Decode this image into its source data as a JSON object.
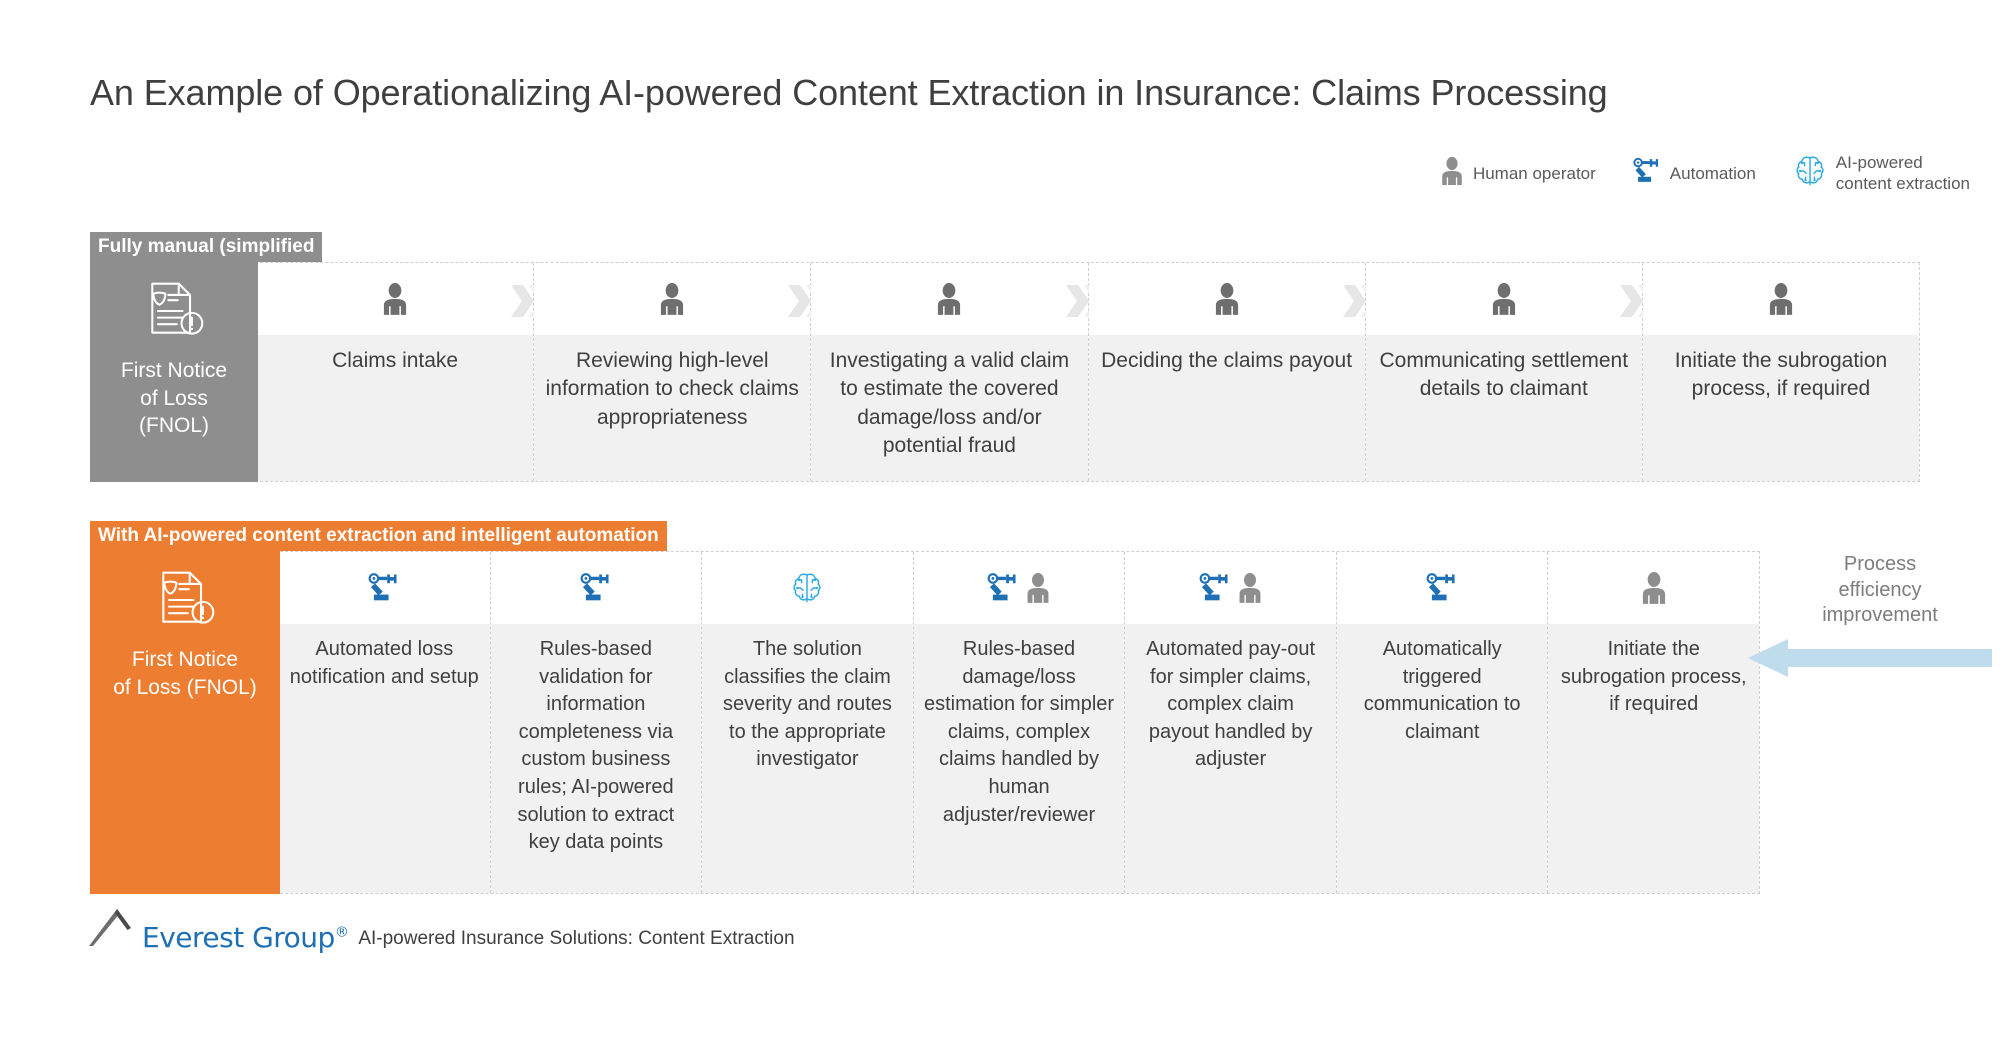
{
  "title": "An Example of Operationalizing AI-powered Content Extraction in Insurance: Claims Processing",
  "colors": {
    "orange": "#ED7D31",
    "gray": "#8E8E8E",
    "blue": "#1F6FB4",
    "ai_blue": "#2BAAE2",
    "cell_bg": "#F1F1F1",
    "text": "#3F3F3F",
    "arrow_blue": "#BFDCEC"
  },
  "legend": {
    "items": [
      {
        "icon": "human-operator-icon",
        "label": "Human operator"
      },
      {
        "icon": "automation-robot-icon",
        "label": "Automation"
      },
      {
        "icon": "ai-brain-icon",
        "label": "AI-powered\ncontent extraction"
      }
    ]
  },
  "rows": [
    {
      "id": "fully-manual",
      "banner": "Fully manual (simplified",
      "banner_color": "#8E8E8E",
      "start": {
        "icon": "fnol-document-icon",
        "label": "First Notice\nof Loss\n(FNOL)"
      },
      "separator": "double-chevron-icon",
      "steps": [
        {
          "icons": [
            "human-operator-icon"
          ],
          "text": "Claims intake"
        },
        {
          "icons": [
            "human-operator-icon"
          ],
          "text": "Reviewing high-level information to check claims appropriateness"
        },
        {
          "icons": [
            "human-operator-icon"
          ],
          "text": "Investigating a valid claim to estimate the covered damage/loss and/or potential fraud"
        },
        {
          "icons": [
            "human-operator-icon"
          ],
          "text": "Deciding the claims payout"
        },
        {
          "icons": [
            "human-operator-icon"
          ],
          "text": "Communicating settlement details to claimant"
        },
        {
          "icons": [
            "human-operator-icon"
          ],
          "text": "Initiate the subrogation process, if required"
        }
      ]
    },
    {
      "id": "with-ai",
      "banner": "With AI-powered content extraction and intelligent automation",
      "banner_color": "#ED7D31",
      "start": {
        "icon": "fnol-document-icon",
        "label": "First Notice\nof Loss (FNOL)"
      },
      "separator": "none",
      "steps": [
        {
          "icons": [
            "automation-robot-icon"
          ],
          "text": "Automated loss notification and setup"
        },
        {
          "icons": [
            "automation-robot-icon"
          ],
          "text": "Rules-based validation for information completeness via custom business rules; AI-powered solution to extract key data points"
        },
        {
          "icons": [
            "ai-brain-icon"
          ],
          "text": "The solution classifies the claim severity and routes to the appropriate investigator"
        },
        {
          "icons": [
            "automation-robot-icon",
            "human-operator-icon"
          ],
          "text": "Rules-based damage/loss estimation for simpler claims, complex claims handled by human adjuster/reviewer"
        },
        {
          "icons": [
            "automation-robot-icon",
            "human-operator-icon"
          ],
          "text": "Automated pay-out for simpler claims, complex claim payout handled by adjuster"
        },
        {
          "icons": [
            "automation-robot-icon"
          ],
          "text": "Automatically triggered communication to claimant"
        },
        {
          "icons": [
            "human-operator-icon"
          ],
          "text": "Initiate the subrogation process, if required"
        }
      ]
    }
  ],
  "annotation": {
    "label": "Process efficiency improvement",
    "arrow": "left-arrow-icon"
  },
  "footer": {
    "logo_mark": "everest-mountain-icon",
    "logo_text": "Everest Group",
    "logo_registered": "®",
    "caption": "AI-powered Insurance Solutions: Content Extraction"
  }
}
